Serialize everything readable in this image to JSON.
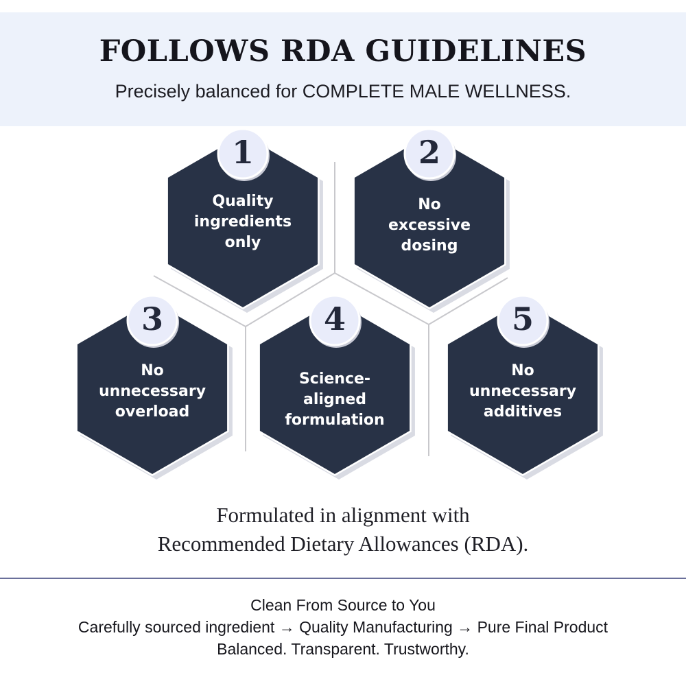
{
  "header": {
    "title": "FOLLOWS RDA GUIDELINES",
    "subtitle": "Precisely balanced for COMPLETE MALE WELLNESS."
  },
  "colors": {
    "header_bg": "#edf2fb",
    "hexagon_fill": "#283246",
    "badge_fill": "#e9ecfa",
    "rule": "#6a6f9a"
  },
  "hexagons": [
    {
      "number": "1",
      "lines": [
        "Quality",
        "ingredients",
        "only"
      ]
    },
    {
      "number": "2",
      "lines": [
        "No",
        "excessive",
        "dosing"
      ]
    },
    {
      "number": "3",
      "lines": [
        "No",
        "unnecessary",
        "overload"
      ]
    },
    {
      "number": "4",
      "lines": [
        "Science-aligned",
        "formulation"
      ]
    },
    {
      "number": "5",
      "lines": [
        "No",
        "unnecessary",
        "additives"
      ]
    }
  ],
  "tagline": {
    "line1": "Formulated in alignment with",
    "line2": "Recommended Dietary Allowances (RDA)."
  },
  "footer": {
    "line1": "Clean From Source to You",
    "line2": "Carefully sourced ingredient → Quality Manufacturing → Pure Final Product",
    "line3": "Balanced. Transparent. Trustworthy."
  }
}
